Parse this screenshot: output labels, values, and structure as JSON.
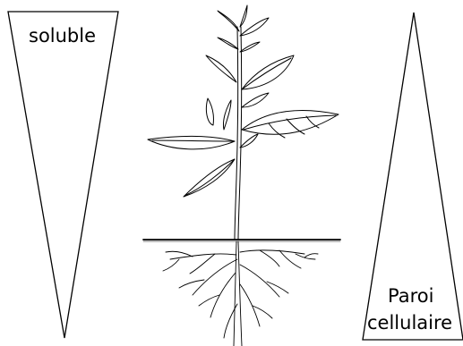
{
  "labels": {
    "left_triangle": "soluble",
    "right_triangle_line1": "Paroi",
    "right_triangle_line2": "cellulaire"
  },
  "figure": {
    "subject": "plant with leaves, stem and roots at soil line"
  },
  "colors": {
    "ink": "#000000",
    "background": "#ffffff"
  }
}
